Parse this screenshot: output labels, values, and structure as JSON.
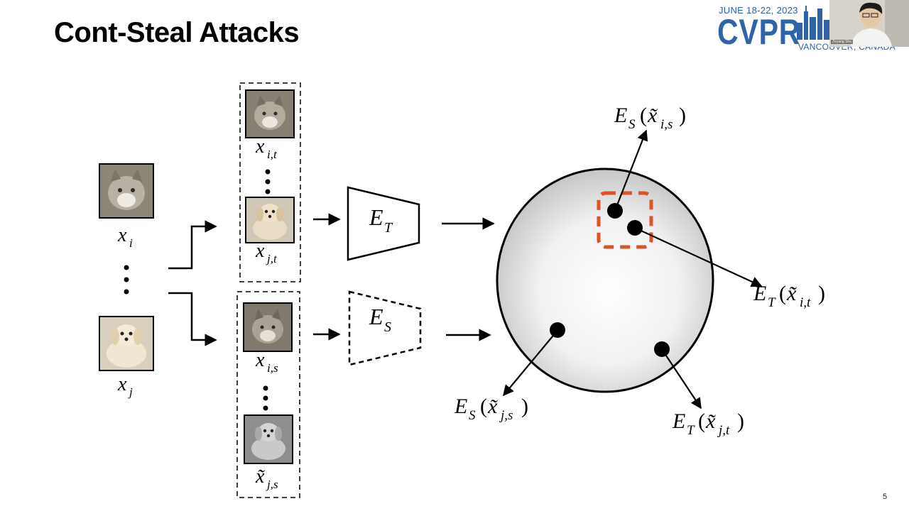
{
  "slide": {
    "title": "Cont-Steal Attacks",
    "page_number": "5"
  },
  "conference_logo": {
    "date": "JUNE 18-22, 2023",
    "name": "CVPR",
    "location": "VANCOUVER, CANADA"
  },
  "webcam": {
    "name_tag": "Zeyang Sha"
  },
  "inputs": {
    "top_label": {
      "base": "x",
      "sub": "i"
    },
    "bottom_label": {
      "base": "x",
      "sub": "j"
    }
  },
  "target_group": {
    "top_label": {
      "base": "x",
      "sub": "i,t"
    },
    "bottom_label": {
      "base": "x",
      "sub": "j,t"
    }
  },
  "surrogate_group": {
    "top_label": {
      "base": "x",
      "sub": "i,s"
    },
    "bottom_label": {
      "base": "x̃",
      "sub": "j,s"
    }
  },
  "encoders": {
    "target": {
      "base": "E",
      "sub": "T"
    },
    "surrogate": {
      "base": "E",
      "sub": "S"
    }
  },
  "embeddings": {
    "es_is": {
      "func": "E",
      "fsub": "S",
      "arg": "x̃",
      "asub": "i,s"
    },
    "et_it": {
      "func": "E",
      "fsub": "T",
      "arg": "x̃",
      "asub": "i,t"
    },
    "es_js": {
      "func": "E",
      "fsub": "S",
      "arg": "x̃",
      "asub": "j,s"
    },
    "et_jt": {
      "func": "E",
      "fsub": "T",
      "arg": "x̃",
      "asub": "j,t"
    }
  },
  "colors": {
    "highlight_box": "#d9532b",
    "logo_blue": "#2f64a8"
  }
}
